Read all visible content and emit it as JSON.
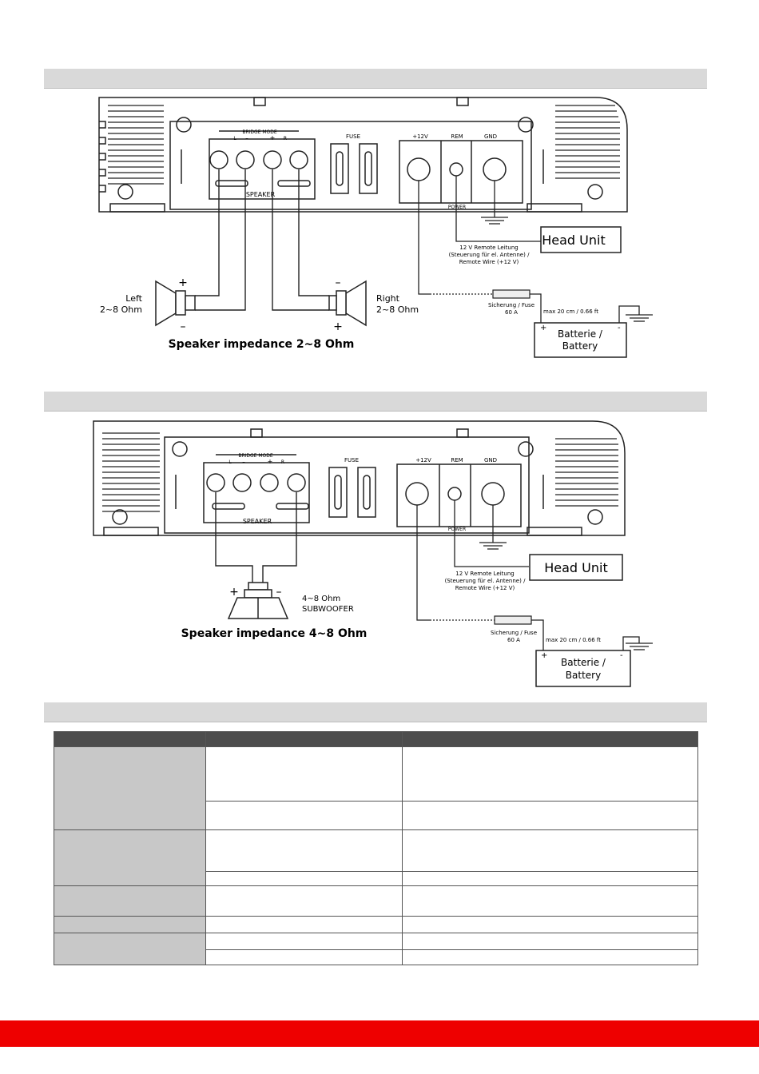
{
  "colors": {
    "section_bar": "#d9d9d9",
    "table_header": "#4d4d4d",
    "table_label": "#c8c8c8",
    "footer": "#ee0000"
  },
  "amp": {
    "bridge_mode": "BRIDGE MODE",
    "ch_l": "L",
    "ch_minus": "–",
    "ch_plus": "+",
    "ch_r": "R",
    "speaker": "SPEAKER",
    "fuse": "FUSE",
    "plus12v": "+12V",
    "rem": "REM",
    "gnd": "GND",
    "power": "POWER"
  },
  "wiring": {
    "head_unit": "Head Unit",
    "remote_line1": "12 V Remote Leitung",
    "remote_line2": "(Steuerung für el. Antenne) /",
    "remote_line3": "Remote Wire (+12 V)",
    "fuse_line1": "Sicherung / Fuse",
    "fuse_line2": "60 A",
    "max_length": "max 20 cm / 0.66 ft",
    "battery_line1": "Batterie /",
    "battery_line2": "Battery",
    "battery_plus": "+",
    "battery_minus": "-"
  },
  "diagram1": {
    "left_label": "Left",
    "left_ohm": "2~8 Ohm",
    "right_label": "Right",
    "right_ohm": "2~8 Ohm",
    "plus": "+",
    "minus": "–",
    "caption": "Speaker impedance 2~8 Ohm"
  },
  "diagram2": {
    "sub_ohm": "4~8 Ohm",
    "sub_label": "SUBWOOFER",
    "plus": "+",
    "minus": "–",
    "caption": "Speaker impedance 4~8 Ohm"
  }
}
